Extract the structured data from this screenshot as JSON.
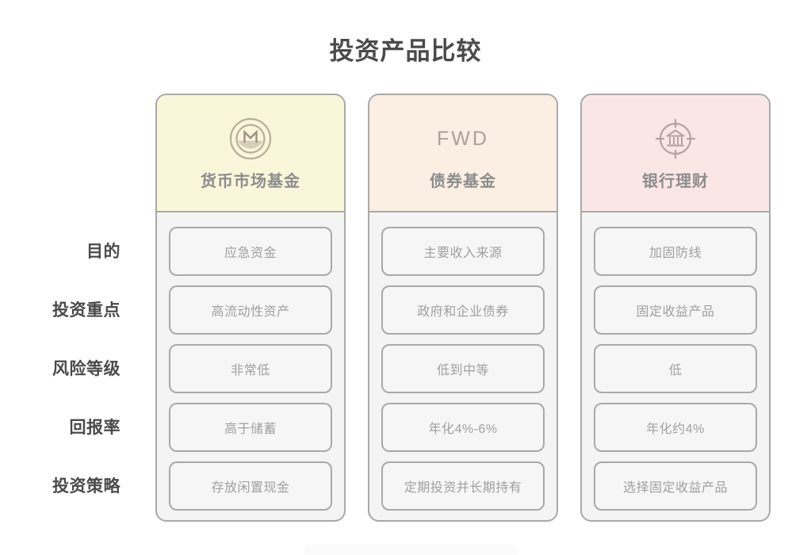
{
  "header": {
    "title": "投资产品比较"
  },
  "table": {
    "row_labels": [
      "目的",
      "投资重点",
      "风险等级",
      "回报率",
      "投资策略"
    ],
    "columns": [
      {
        "title": "货币市场基金",
        "logo_type": "coin-m-icon",
        "logo_text": "",
        "header_bg": "#faf6da",
        "cells": [
          "应急资金",
          "高流动性资产",
          "非常低",
          "高于储蓄",
          "存放闲置现金"
        ]
      },
      {
        "title": "债券基金",
        "logo_type": "fwd-wordmark",
        "logo_text": "FWD",
        "header_bg": "#fbeee2",
        "cells": [
          "主要收入来源",
          "政府和企业债券",
          "低到中等",
          "年化4%-6%",
          "定期投资并长期持有"
        ]
      },
      {
        "title": "银行理财",
        "logo_type": "bank-target-icon",
        "logo_text": "",
        "header_bg": "#fbe6e6",
        "cells": [
          "加固防线",
          "固定收益产品",
          "低",
          "年化约4%",
          "选择固定收益产品"
        ]
      }
    ]
  },
  "colors": {
    "page_bg": "#ffffff",
    "border": "#a9a9a9",
    "panel_bg": "#f4f4f4",
    "cell_bg": "#f6f6f6",
    "cell_text": "#a0a0a0",
    "title_text": "#4a4a4a",
    "col_title_text": "#8d8d8d",
    "icon_stroke": "#b3a79f"
  }
}
